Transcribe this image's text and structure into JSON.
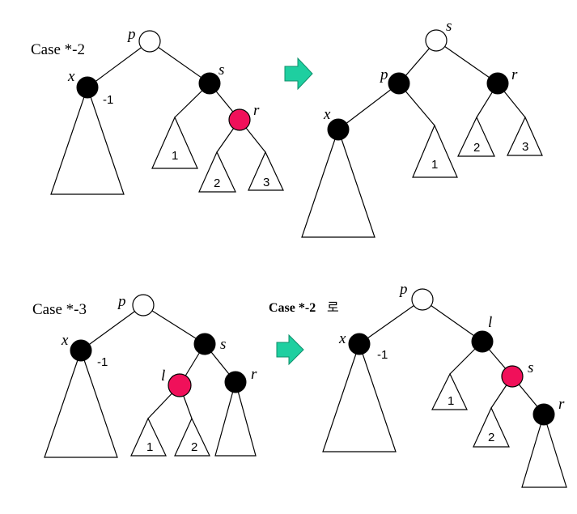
{
  "panel1": {
    "case_label": "Case *-2",
    "before": {
      "node_p": "p",
      "node_x": "x",
      "node_s": "s",
      "node_r": "r",
      "x_sub": "-1",
      "sub1": "1",
      "sub2": "2",
      "sub3": "3"
    },
    "after": {
      "node_s": "s",
      "node_p": "p",
      "node_r": "r",
      "node_x": "x",
      "sub1": "1",
      "sub2": "2",
      "sub3": "3"
    }
  },
  "panel2": {
    "case_label": "Case *-3",
    "before": {
      "node_p": "p",
      "node_x": "x",
      "node_s": "s",
      "node_l": "l",
      "node_r": "r",
      "x_sub": "-1",
      "sub1": "1",
      "sub2": "2"
    },
    "result_caption": "Case *-2",
    "result_caption_suffix": "로",
    "after": {
      "node_p": "p",
      "node_x": "x",
      "node_l": "l",
      "node_s": "s",
      "node_r": "r",
      "x_sub": "-1",
      "sub1": "1",
      "sub2": "2"
    }
  },
  "colors": {
    "black_node": "#000000",
    "white_node": "#ffffff",
    "red_node": "#f0105a",
    "arrow": "#1ecfa0"
  }
}
